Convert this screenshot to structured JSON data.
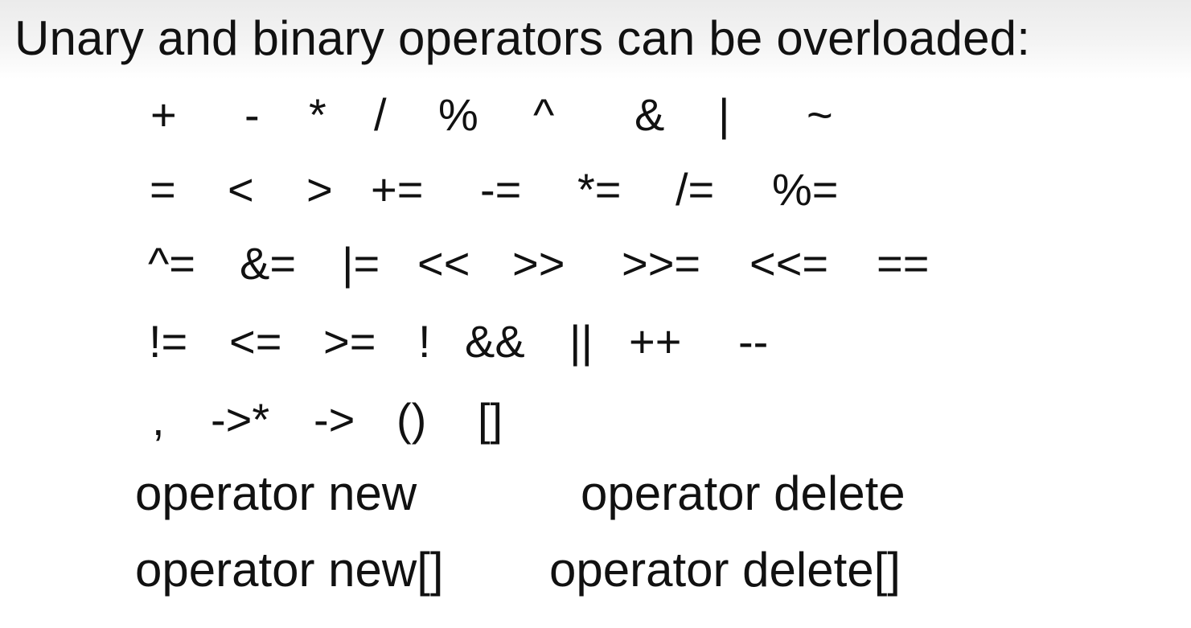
{
  "slide": {
    "title": "Unary and binary operators can be overloaded:",
    "operator_rows": [
      [
        "+",
        "-",
        "*",
        "/",
        "%",
        "^",
        "&",
        "|",
        "~"
      ],
      [
        "=",
        "<",
        ">",
        "+=",
        "-=",
        "*=",
        "/=",
        "%="
      ],
      [
        "^=",
        "&=",
        "|=",
        "<<",
        ">>",
        ">>=",
        "<<=",
        "=="
      ],
      [
        "!=",
        "<=",
        ">=",
        "!",
        "&&",
        "||",
        "++",
        "--"
      ],
      [
        ",",
        "->*",
        "->",
        "()",
        "[]"
      ]
    ],
    "special_operators": [
      [
        "operator new",
        "operator delete"
      ],
      [
        "operator new[]",
        "operator delete[]"
      ]
    ]
  }
}
